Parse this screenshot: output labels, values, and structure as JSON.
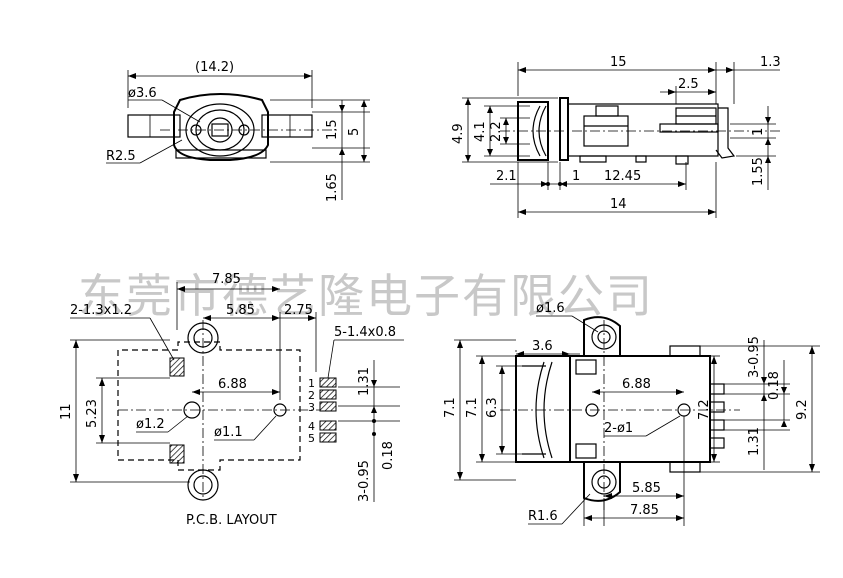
{
  "watermark": "东莞市德艺隆电子有限公司",
  "caption": "P.C.B. LAYOUT",
  "top_left": {
    "width_paren": "(14.2)",
    "dia": "ø3.6",
    "radius": "R2.5",
    "d1": "1.5",
    "d2": "5",
    "d3": "1.65"
  },
  "top_right": {
    "len15": "15",
    "len13": "1.3",
    "len25": "2.5",
    "h49": "4.9",
    "h41": "4.1",
    "h22": "2.2",
    "h1": "1",
    "h155": "1.55",
    "w21": "2.1",
    "w1": "1",
    "w1245": "12.45",
    "w14": "14"
  },
  "bottom_left": {
    "w785": "7.85",
    "w585": "5.85",
    "w275": "2.75",
    "pad_note": "2-1.3x1.2",
    "lead_note": "5-1.4x0.8",
    "w688": "6.88",
    "h11": "11",
    "h523": "5.23",
    "hole1": "ø1.2",
    "hole2": "ø1.1",
    "h131": "1.31",
    "h018": "0.18",
    "h095": "3-0.95",
    "pins": [
      "1",
      "2",
      "3",
      "4",
      "5"
    ]
  },
  "bottom_right": {
    "dia16": "ø1.6",
    "w36": "3.6",
    "h095": "3-0.95",
    "h018": "0.18",
    "w688": "6.88",
    "h71a": "7.1",
    "h71b": "7.1",
    "h63": "6.3",
    "h72": "7.2",
    "h92": "9.2",
    "h131": "1.31",
    "holes": "2-ø1",
    "r16": "R1.6",
    "w585": "5.85",
    "w785": "7.85"
  }
}
